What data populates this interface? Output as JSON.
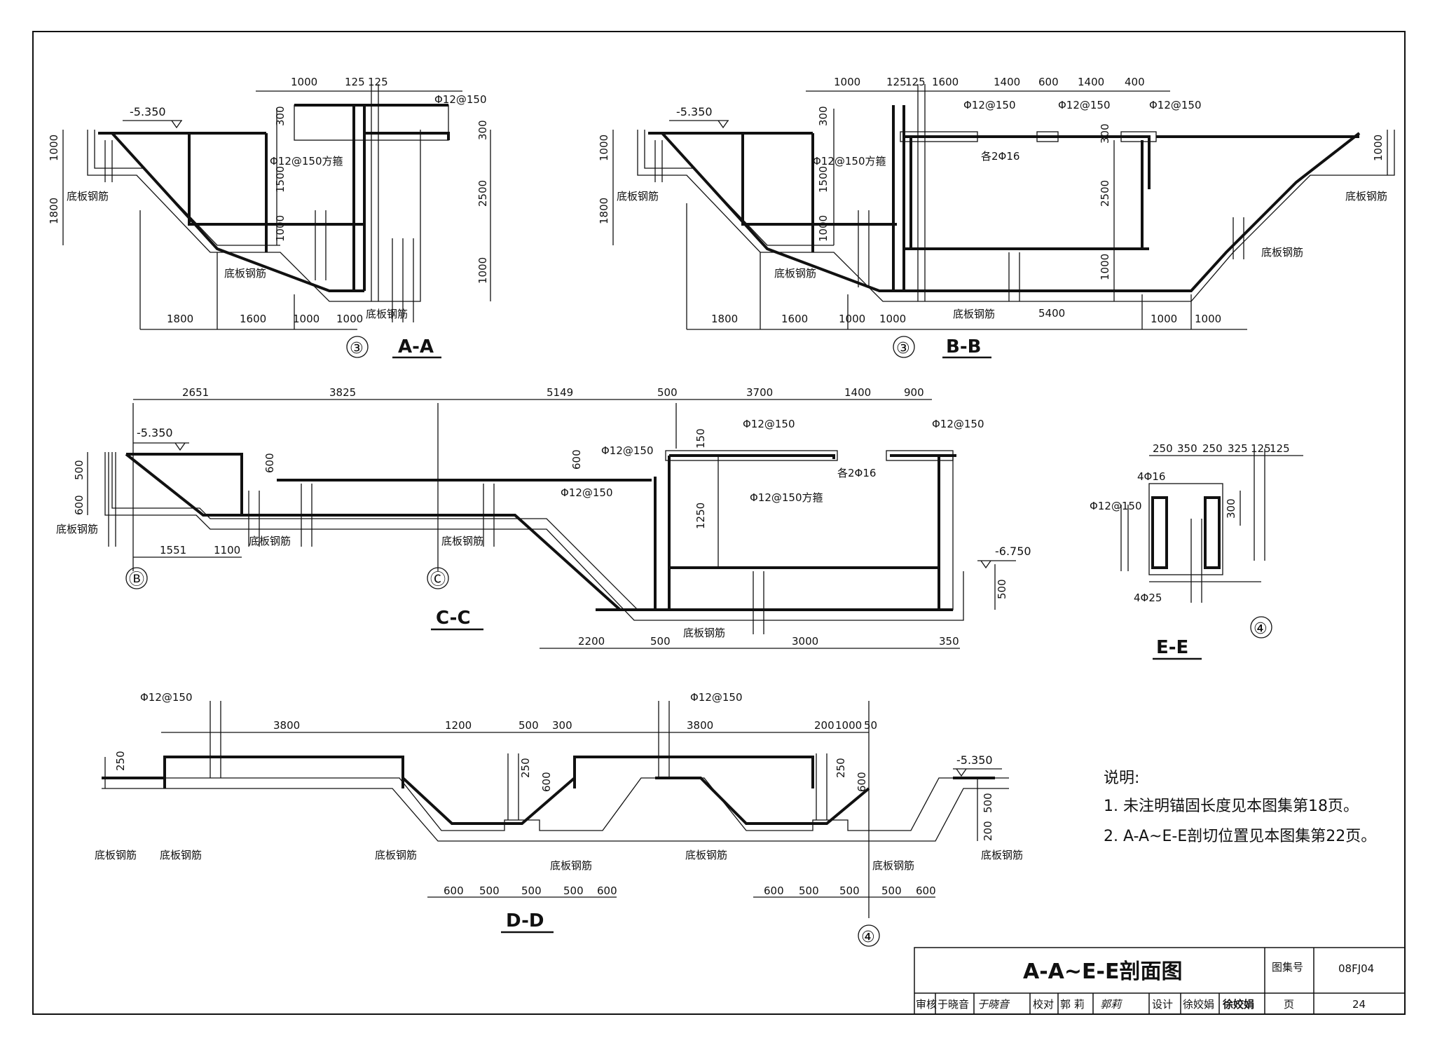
{
  "title_block": {
    "drawing_title": "A-A~E-E剖面图",
    "atlas_label": "图集号",
    "atlas_no": "08FJ04",
    "page_label": "页",
    "page_no": "24",
    "review_label": "审核",
    "reviewer": "于晓音",
    "check_label": "校对",
    "checker": "郭 莉",
    "design_label": "设计",
    "designer": "徐姣娟",
    "reviewer_sig": "于晓音",
    "checker_sig": "郭莉",
    "designer_sig": "徐姣娟"
  },
  "notes": {
    "heading": "说明:",
    "items": [
      "1. 未注明锚固长度见本图集第18页。",
      "2. A-A~E-E剖切位置见本图集第22页。"
    ]
  },
  "section_aa": {
    "name": "A-A",
    "axis": "③",
    "elev": "-5.350",
    "top_dims": [
      "1000",
      "125",
      "125"
    ],
    "bottom_dims": [
      "1800",
      "1600",
      "1000",
      "1000"
    ],
    "left_dims": [
      "1000",
      "1800"
    ],
    "right_dims": [
      "300",
      "2500",
      "1000"
    ],
    "inner_dims": [
      "300",
      "1500",
      "1000"
    ],
    "rebar_top": "Φ12@150",
    "stirrup": "Φ12@150方箍",
    "slab_label": "底板钢筋"
  },
  "section_bb": {
    "name": "B-B",
    "axis": "③",
    "elev": "-5.350",
    "top_dims": [
      "1000",
      "125",
      "125",
      "1600",
      "1400",
      "600",
      "1400",
      "400"
    ],
    "bottom_dims": [
      "1800",
      "1600",
      "1000",
      "1000",
      "5400",
      "1000",
      "1000"
    ],
    "left_dims": [
      "1000",
      "1800"
    ],
    "right_dims": [
      "1000"
    ],
    "inner_dims": [
      "300",
      "1500",
      "1000",
      "300",
      "2500",
      "1000"
    ],
    "rebar_1": "Φ12@150",
    "rebar_2": "Φ12@150",
    "rebar_3": "Φ12@150",
    "stirrup": "Φ12@150方箍",
    "bars": "各2Φ16",
    "slab_label": "底板钢筋"
  },
  "section_cc": {
    "name": "C-C",
    "axis_b": "Ⓑ",
    "axis_c": "Ⓒ",
    "elev_top": "-5.350",
    "elev_bottom": "-6.750",
    "top_dims": [
      "2651",
      "3825",
      "5149",
      "500",
      "3700",
      "1400",
      "900"
    ],
    "bottom_left_dims": [
      "1551",
      "1100"
    ],
    "bottom_dims": [
      "2200",
      "500",
      "3000",
      "350"
    ],
    "left_dims": [
      "500",
      "600"
    ],
    "inner_dims": [
      "600",
      "600",
      "150",
      "1250"
    ],
    "right_dim": "500",
    "rebar_1": "Φ12@150",
    "rebar_2": "Φ12@150",
    "rebar_3": "Φ12@150",
    "rebar_4": "Φ12@150",
    "stirrup": "Φ12@150方箍",
    "bars": "各2Φ16",
    "slab_label": "底板钢筋"
  },
  "section_dd": {
    "name": "D-D",
    "axis": "④",
    "elev": "-5.350",
    "top_dims": [
      "3800",
      "1200",
      "500",
      "300",
      "3800",
      "200",
      "1000",
      "50"
    ],
    "bottom_dims_left": [
      "600",
      "500",
      "500",
      "500",
      "600"
    ],
    "bottom_dims_right": [
      "600",
      "500",
      "500",
      "500",
      "600"
    ],
    "vert_dims": [
      "250",
      "250",
      "600",
      "250",
      "600"
    ],
    "right_dims": [
      "500",
      "200"
    ],
    "rebar_left": "Φ12@150",
    "rebar_mid": "Φ12@150",
    "slab_label": "底板钢筋"
  },
  "section_ee": {
    "name": "E-E",
    "axis": "④",
    "top_dims": [
      "250",
      "350",
      "250",
      "325",
      "125",
      "125"
    ],
    "side_dim": "300",
    "bars_top": "4Φ16",
    "bars_bottom": "4Φ25",
    "rebar": "Φ12@150"
  }
}
